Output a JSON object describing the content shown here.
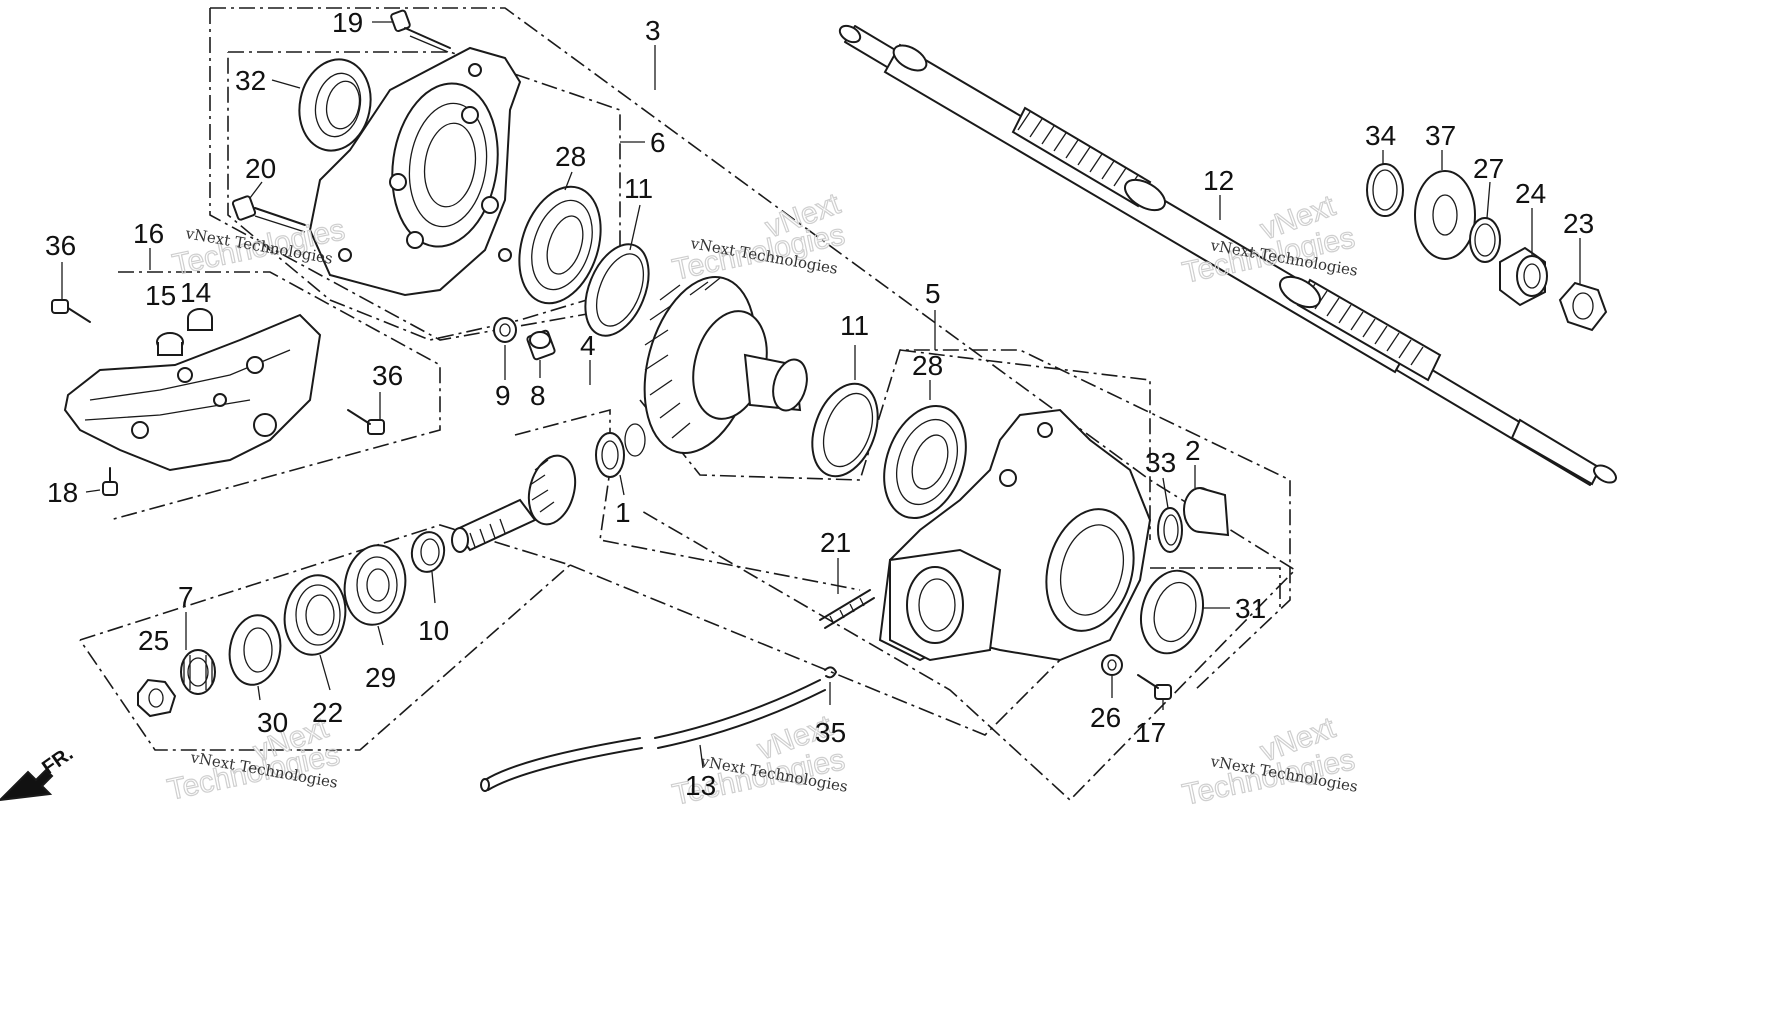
{
  "callouts": [
    {
      "id": "c19",
      "label": "19"
    },
    {
      "id": "c3",
      "label": "3"
    },
    {
      "id": "c32",
      "label": "32"
    },
    {
      "id": "c6",
      "label": "6"
    },
    {
      "id": "c28a",
      "label": "28"
    },
    {
      "id": "c11a",
      "label": "11"
    },
    {
      "id": "c20",
      "label": "20"
    },
    {
      "id": "c36a",
      "label": "36"
    },
    {
      "id": "c16",
      "label": "16"
    },
    {
      "id": "c15",
      "label": "15"
    },
    {
      "id": "c14",
      "label": "14"
    },
    {
      "id": "c36b",
      "label": "36"
    },
    {
      "id": "c18",
      "label": "18"
    },
    {
      "id": "c9",
      "label": "9"
    },
    {
      "id": "c8",
      "label": "8"
    },
    {
      "id": "c4",
      "label": "4"
    },
    {
      "id": "c1",
      "label": "1"
    },
    {
      "id": "c11b",
      "label": "11"
    },
    {
      "id": "c5",
      "label": "5"
    },
    {
      "id": "c28b",
      "label": "28"
    },
    {
      "id": "c12",
      "label": "12"
    },
    {
      "id": "c34",
      "label": "34"
    },
    {
      "id": "c37",
      "label": "37"
    },
    {
      "id": "c27",
      "label": "27"
    },
    {
      "id": "c24",
      "label": "24"
    },
    {
      "id": "c23",
      "label": "23"
    },
    {
      "id": "c33",
      "label": "33"
    },
    {
      "id": "c2",
      "label": "2"
    },
    {
      "id": "c31",
      "label": "31"
    },
    {
      "id": "c21",
      "label": "21"
    },
    {
      "id": "c7",
      "label": "7"
    },
    {
      "id": "c25",
      "label": "25"
    },
    {
      "id": "c30",
      "label": "30"
    },
    {
      "id": "c22",
      "label": "22"
    },
    {
      "id": "c29",
      "label": "29"
    },
    {
      "id": "c10",
      "label": "10"
    },
    {
      "id": "c26",
      "label": "26"
    },
    {
      "id": "c17",
      "label": "17"
    },
    {
      "id": "c35",
      "label": "35"
    },
    {
      "id": "c13",
      "label": "13"
    }
  ],
  "watermark": {
    "line1": "vNext Technologies",
    "line2": "Technologies",
    "line3": "vNext"
  },
  "front_marker": {
    "label": "FR."
  },
  "colors": {
    "ink": "#1a1a1a",
    "watermark": "#cfcfcf",
    "background": "#ffffff"
  }
}
